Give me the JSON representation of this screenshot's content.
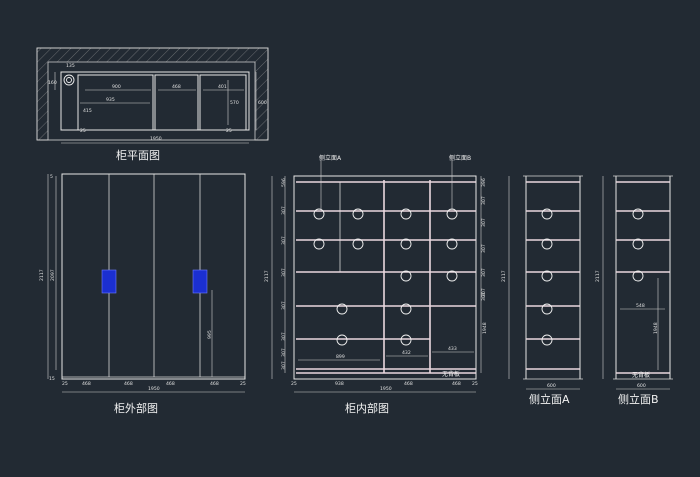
{
  "titles": {
    "plan": "柜平面图",
    "exterior": "柜外部图",
    "interior": "柜内部图",
    "side_a": "侧立面A",
    "side_b": "侧立面B"
  },
  "notes": {
    "side_a_marker": "侧立面A",
    "side_b_marker": "侧立面B",
    "no_back_panel": "无背板",
    "no_back_panel_b": "无背板"
  },
  "plan_dims": {
    "top": "135",
    "left": "160",
    "w1": "900",
    "w2": "468",
    "w3": "401",
    "inner1": "935",
    "inner2": "415",
    "right_h1": "570",
    "right_h2": "600",
    "bottom_left": "25",
    "bottom_right": "25",
    "total": "1950"
  },
  "exterior_dims": {
    "height": "2117",
    "inner_h": "2097",
    "top": "5",
    "bottom": "15",
    "handle_h": "995",
    "bottoms": [
      "25",
      "468",
      "468",
      "468",
      "468",
      "25"
    ],
    "total": "1950"
  },
  "interior_dims": {
    "height": "2117",
    "left_stack": [
      "596",
      "307",
      "307",
      "307",
      "307",
      "307",
      "307",
      "307"
    ],
    "right_stack": [
      "396",
      "307",
      "307",
      "307",
      "307",
      "307",
      "307"
    ],
    "right_h": "1948",
    "mid_right": "307",
    "mid_right2": "1948",
    "w_label1": "899",
    "w_label2": "432",
    "w_label3": "433",
    "bottoms": [
      "25",
      "938",
      "1950",
      "468",
      "468",
      "25"
    ],
    "total": "1950"
  },
  "side_a_dims": {
    "height": "2117",
    "width": "600"
  },
  "side_b_dims": {
    "height": "2117",
    "width": "600",
    "w_label": "548",
    "h_label": "1948"
  }
}
